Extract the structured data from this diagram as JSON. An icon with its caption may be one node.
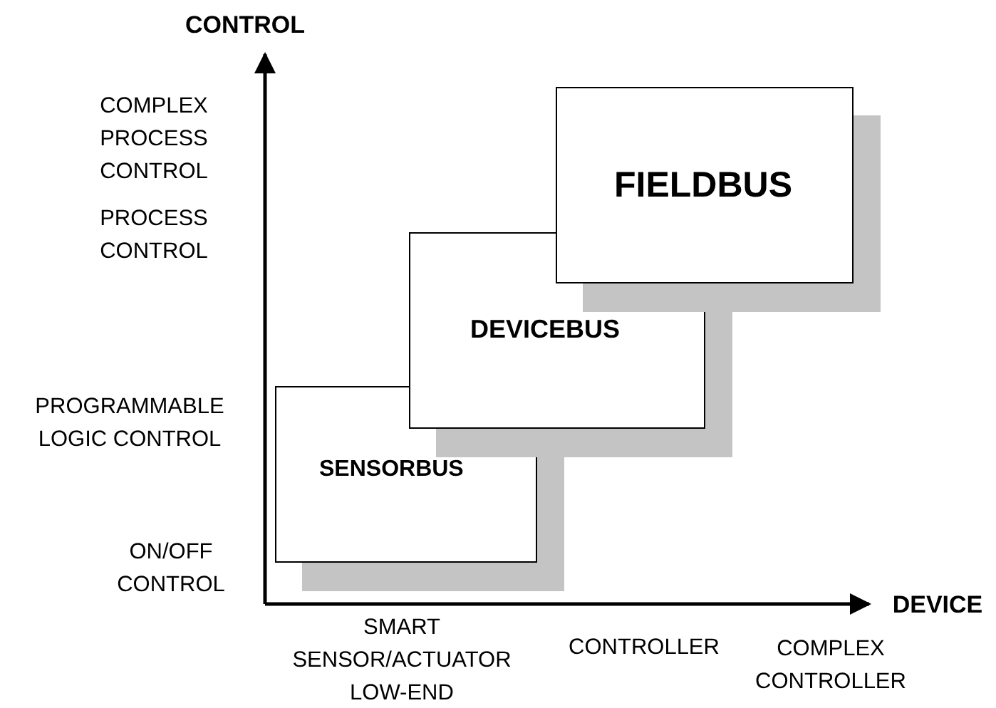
{
  "diagram": {
    "nodes": [
      {
        "text": [
          "SENSORBUS"
        ]
      },
      {
        "text": [
          "DEVICEBUS"
        ]
      },
      {
        "text": [
          "FIELDBUS"
        ]
      }
    ],
    "labels": [
      "CONTROL",
      "COMPLEX PROCESS CONTROL",
      "PROCESS CONTROL",
      "PROGRAMMABLE LOGIC CONTROL",
      "ON/OFF CONTROL",
      "DEVICE",
      "SMART SENSOR/ACTUATOR LOW-END",
      "CONTROLLER",
      "COMPLEX CONTROLLER"
    ]
  }
}
